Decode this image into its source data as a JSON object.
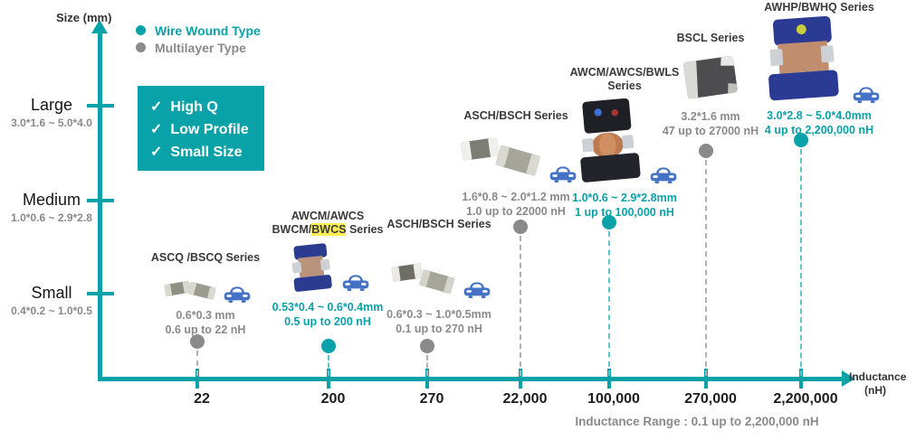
{
  "colors": {
    "teal": "#0aa2a9",
    "gray": "#8a8a8a",
    "car_blue": "#4472c4",
    "highlight_yellow": "#ffef54"
  },
  "y_axis": {
    "title": "Size (mm)",
    "ticks": [
      {
        "label": "Large",
        "range": "3.0*1.6 ~ 5.0*4.0"
      },
      {
        "label": "Medium",
        "range": "1.0*0.6 ~ 2.9*2.8"
      },
      {
        "label": "Small",
        "range": "0.4*0.2 ~ 1.0*0.5"
      }
    ]
  },
  "x_axis": {
    "title_line1": "Inductance",
    "title_line2": "(nH)",
    "tick_labels": [
      "22",
      "200",
      "270",
      "22,000",
      "100,000",
      "270,000",
      "2,200,000"
    ]
  },
  "legend": {
    "wire_wound_label": "Wire Wound Type",
    "multilayer_label": "Multilayer Type"
  },
  "feature_box": {
    "check": "✓",
    "items": [
      "High Q",
      "Low Profile",
      "Small Size"
    ]
  },
  "products": [
    {
      "name1": "ASCQ /BSCQ Series",
      "size": "0.6*0.3 mm",
      "range": "0.6 up to 22 nH",
      "type": "Multilayer"
    },
    {
      "name1": "AWCM/AWCS",
      "name2_pre": "BWCM/",
      "name2_hl": "BWCS",
      "name2_post": " Series",
      "size": "0.53*0.4 ~ 0.6*0.4mm",
      "range": "0.5 up to 200 nH",
      "type": "Wire Wound"
    },
    {
      "name1": "ASCH/BSCH Series",
      "size": "0.6*0.3 ~ 1.0*0.5mm",
      "range": "0.1 up to 270 nH",
      "type": "Multilayer"
    },
    {
      "name1": "ASCH/BSCH Series",
      "size": "1.6*0.8 ~ 2.0*1.2 mm",
      "range": "1.0 up to 22000 nH",
      "type": "Multilayer"
    },
    {
      "name1": "AWCM/AWCS/BWLS",
      "name2": "Series",
      "size": "1.0*0.6 ~ 2.9*2.8mm",
      "range": "1 up to 100,000 nH",
      "type": "Wire Wound"
    },
    {
      "name1": "BSCL Series",
      "size": "3.2*1.6 mm",
      "range": "47 up to 27000 nH",
      "type": "Multilayer"
    },
    {
      "name1": "AWHP/BWHQ Series",
      "size": "3.0*2.8 ~ 5.0*4.0mm",
      "range": "4 up to 2,200,000 nH",
      "type": "Wire Wound"
    }
  ],
  "footer": "Inductance Range : 0.1 up to 2,200,000 nH",
  "chart_data": {
    "type": "scatter",
    "title": "Inductor product lineup: Size (mm) vs Inductance (nH)",
    "xlabel": "Inductance (nH)",
    "ylabel": "Size (mm)",
    "x_scale": "categorical (log-like)",
    "x_tick_labels": [
      "22",
      "200",
      "270",
      "22,000",
      "100,000",
      "270,000",
      "2,200,000"
    ],
    "y_categories": [
      {
        "label": "Small",
        "size_range_mm": "0.4*0.2 ~ 1.0*0.5"
      },
      {
        "label": "Medium",
        "size_range_mm": "1.0*0.6 ~ 2.9*2.8"
      },
      {
        "label": "Large",
        "size_range_mm": "3.0*1.6 ~ 5.0*4.0"
      }
    ],
    "legend": [
      {
        "name": "Wire Wound Type",
        "color": "#0aa2a9",
        "position": "top-left"
      },
      {
        "name": "Multilayer Type",
        "color": "#8a8a8a",
        "position": "top-left"
      }
    ],
    "points": [
      {
        "series": "ASCQ /BSCQ Series",
        "type": "Multilayer",
        "x_tick": "22",
        "size_mm": "0.6*0.3 mm",
        "inductance_range_nH": "0.6 up to 22 nH",
        "size_class": "Small",
        "automotive_icon": true
      },
      {
        "series": "AWCM/AWCS BWCM/BWCS Series",
        "type": "Wire Wound",
        "x_tick": "200",
        "size_mm": "0.53*0.4 ~ 0.6*0.4mm",
        "inductance_range_nH": "0.5 up to 200 nH",
        "size_class": "Small",
        "automotive_icon": true,
        "highlighted_text": "BWCS"
      },
      {
        "series": "ASCH/BSCH Series",
        "type": "Multilayer",
        "x_tick": "270",
        "size_mm": "0.6*0.3 ~ 1.0*0.5mm",
        "inductance_range_nH": "0.1 up to 270 nH",
        "size_class": "Small",
        "automotive_icon": true
      },
      {
        "series": "ASCH/BSCH Series",
        "type": "Multilayer",
        "x_tick": "22,000",
        "size_mm": "1.6*0.8 ~ 2.0*1.2 mm",
        "inductance_range_nH": "1.0 up to 22000 nH",
        "size_class": "Medium",
        "automotive_icon": true
      },
      {
        "series": "AWCM/AWCS/BWLS Series",
        "type": "Wire Wound",
        "x_tick": "100,000",
        "size_mm": "1.0*0.6 ~ 2.9*2.8mm",
        "inductance_range_nH": "1 up to 100,000 nH",
        "size_class": "Medium",
        "automotive_icon": true
      },
      {
        "series": "BSCL Series",
        "type": "Multilayer",
        "x_tick": "270,000",
        "size_mm": "3.2*1.6 mm",
        "inductance_range_nH": "47 up to 27000 nH",
        "size_class": "Large",
        "automotive_icon": false
      },
      {
        "series": "AWHP/BWHQ Series",
        "type": "Wire Wound",
        "x_tick": "2,200,000",
        "size_mm": "3.0*2.8 ~ 5.0*4.0mm",
        "inductance_range_nH": "4 up to 2,200,000 nH",
        "size_class": "Large",
        "automotive_icon": true
      }
    ],
    "annotations": [
      "High Q",
      "Low Profile",
      "Small Size"
    ],
    "footnote": "Inductance Range : 0.1 up to 2,200,000 nH"
  }
}
